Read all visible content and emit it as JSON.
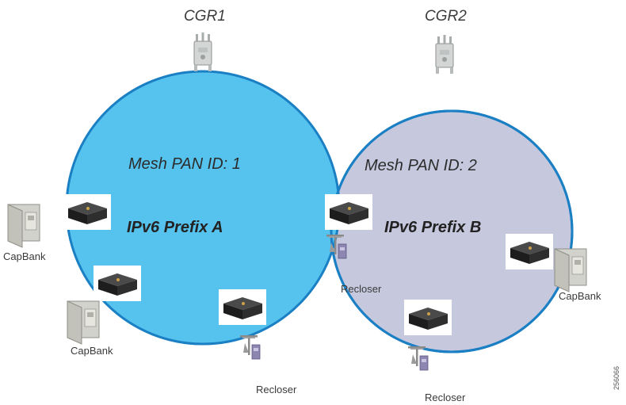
{
  "routers": [
    {
      "label": "CGR1"
    },
    {
      "label": "CGR2"
    }
  ],
  "pans": [
    {
      "id_label": "Mesh PAN ID: 1",
      "prefix_label": "IPv6 Prefix A",
      "fill": "#56c2ee",
      "stroke": "#1b7fc4"
    },
    {
      "id_label": "Mesh PAN ID: 2",
      "prefix_label": "IPv6 Prefix B",
      "fill": "#c6c8de",
      "stroke": "#1b7fc4"
    }
  ],
  "devices": {
    "capbank_label": "CapBank",
    "recloser_label": "Recloser"
  },
  "figure_id": "256066",
  "colors": {
    "router_body": "#d4d6d6",
    "meter_body": "#2a2a2a",
    "capbank_body": "#c9c9c2",
    "recloser_body": "#8c86b0"
  }
}
